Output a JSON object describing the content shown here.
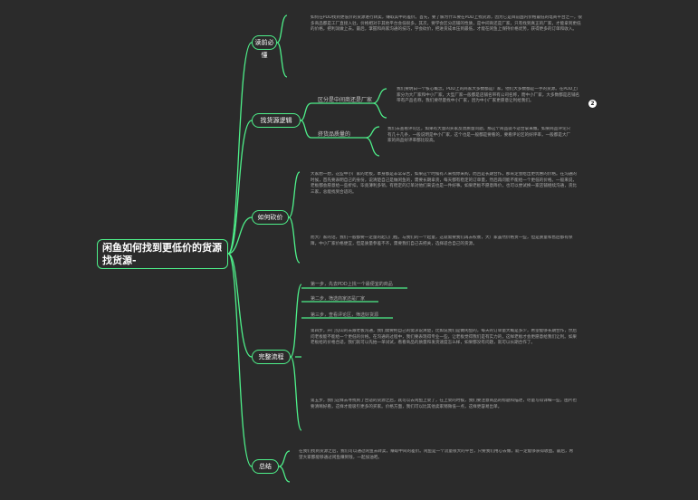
{
  "root": {
    "title": "闲鱼如何找到更低价的货源找货源-"
  },
  "branches": {
    "reading": "读前必懂",
    "logic": "找货源逻辑",
    "bargain": "如何砍价",
    "process": "完整流程",
    "summary": "总结"
  },
  "logic_subs": {
    "manufacturer": "区分是中间商还是厂家",
    "reviews": "挤货品质量的"
  },
  "badge": "2",
  "process_steps": {
    "step1": "第一步，先去PDD上找一个最便宜的商品",
    "step2": "第二步，筛选商家还是厂家",
    "step3": "第三步，查看评论区，筛选好货源"
  },
  "texts": {
    "reading": "如何在PDD找到更低价的货源进行转卖，赚取其中的差价。首先，要了解为什么要在PDD上找货源，因为它是目前国内价格最低的电商平台之一，很多商品都是工厂直接入驻，价格相对于其他平台会低很多。其次，要学会区分店铺的性质，是中间商还是厂家，只有找到真正的厂家，才能拿到更低的价格，把利润做上去。最后，掌握和商家沟通的技巧，学会砍价，把进货成本压到最低，才能在闲鱼上保持价格优势，获得更多的订单和收入。",
    "manufacturer": "我们要明白一个核心概念，PDD上的商家大多数都是厂家，他们大多数都是一手的货源。在PDD上厂家分为大厂家和中小厂家，大型厂家一般都是店铺名带有公司名称，而中小厂家，大多数都是店铺名带有产品名称，我们要尽量找中小厂家，因为中小厂家更愿意让利给我们。",
    "reviews": "我们去查看评论区，如果有大量的买家反馈质量问题，那这个商品就不适合拿来做。如果商品评论只有几十几条，一般说明是中小厂家，这个也是一般都是要看的，要看评论区的好评率，一般都是大厂家的商品好评率都比较高。",
    "bargain": "大家想一想，这些中小厂家的老板，本身都是非常辛苦，如果这个时候有人来找你采购，而且是长期合作，那肯定会给出更优惠的价格。在沟通的时候，首先要表明自己的身份，说清楚自己是做闲鱼的，需要长期拿货，每天都有稳定的订单量，然后再问能不能给一个更低的价格。一般来说，老板都会愿意给一些折扣，毕竟薄利多销，有稳定的订单对他们来说也是一件好事。如果老板不愿意降价，也可以尝试换一家店铺继续沟通，货比三家，总能找到合适的。",
    "bargain2": "而大厂家的话，我们一般都要一定量的起订门槛，与我们的一个起量，这就需要我们再去权衡，大厂家虽然价格贵一些，但是质量和售后都有保障，中小厂家价格便宜，但是质量参差不齐，需要我们自己去把关，选择适合自己的货源。",
    "step4": "第四步，开门见山的去跟老板沟通，我们需要把自己的需求说清楚，比如说我们是做闲鱼的，每天的订单量大概是多少，希望能够长期合作，然后问老板能不能给一个更低的价格。在沟通的过程中，我们要表现得专业一些，让老板觉得我们是有实力的，这样老板才会更愿意给我们让利。如果老板给的价格合适，我们就可以先拍一单试试，看看商品的质量和发货速度怎么样，如果都没有问题，就可以长期合作了。",
    "step5": "第五步，我们这样去寻找到了合适的货源之后，就可以去闲鱼上架了，在上架的时候，我们要注意商品的标题和描述，尽量写得详细一些，图片也要清晰好看，这样才能吸引更多的买家。价格方面，我们可以比其他卖家稍微低一点，这样更容易出单。",
    "summary": "在我们找到货源之后，我们可以通过闲鱼去转卖，赚取中间的差价。闲鱼是一个流量很大的平台，只要我们用心去做，就一定能够获得收益。最后，希望大家都能够通过闲鱼赚到钱，一起加油吧。"
  }
}
